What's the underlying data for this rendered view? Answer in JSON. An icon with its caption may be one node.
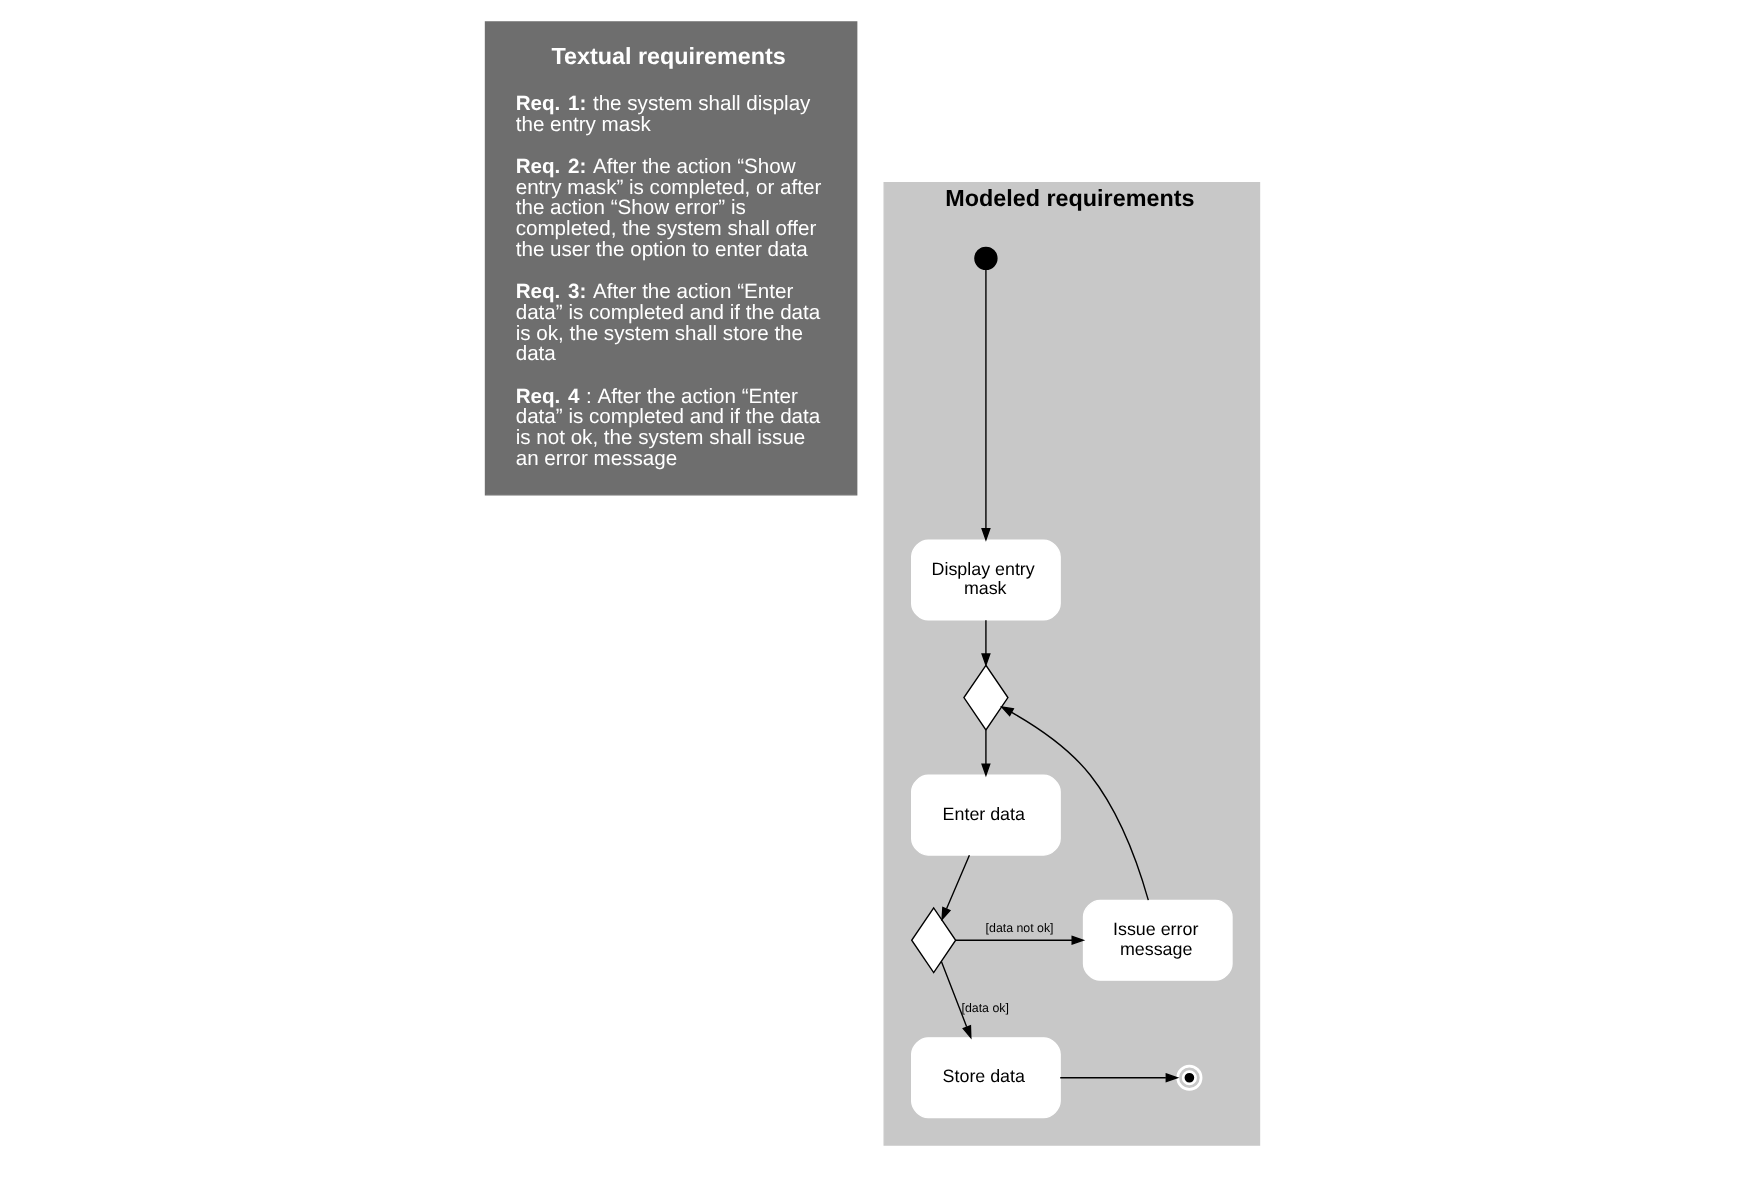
{
  "diagram": {
    "nodes": [
      {
        "text": [
          "Textual requirements",
          "**Req. 1:** the system shall display the entry mask",
          "**Req. 2:** After the action “Show entry mask” is completed, or after the action “Show error” is completed, the system shall offer the user the option to enter data",
          "**Req. 3:** After the action “Enter data” is completed and if the data is ok, the system shall store the data",
          "**Req. 4**: After the action “Enter data” is completed and if the data is not ok, the system shall issue an error message"
        ]
      },
      {
        "text": [
          "Modeled requirements"
        ]
      },
      {
        "text": [],
        "shape": "circle",
        "in": 1
      },
      {
        "text": [
          "Display entry mask"
        ],
        "in": 1
      },
      {
        "text": [],
        "shape": "diamond",
        "in": 1
      },
      {
        "text": [
          "Enter data"
        ],
        "in": 1
      },
      {
        "text": [],
        "shape": "diamond",
        "in": 1
      },
      {
        "text": [
          "Issue error message"
        ],
        "in": 1
      },
      {
        "text": [
          "Store data"
        ],
        "in": 1
      },
      {
        "text": [],
        "shape": "circle",
        "in": 1
      }
    ],
    "edges": [
      {
        "from": 2,
        "to": 3,
        "arrow": "to"
      },
      {
        "from": 3,
        "to": 4,
        "arrow": "to"
      },
      {
        "from": 4,
        "to": 5,
        "arrow": "to"
      },
      {
        "from": 5,
        "to": 6,
        "arrow": "to"
      },
      {
        "from": 6,
        "to": 8,
        "arrow": "to",
        "label": "[data ok]"
      },
      {
        "from": 6,
        "to": 7,
        "arrow": "to",
        "label": "[data not ok]"
      },
      {
        "from": 7,
        "to": 4,
        "arrow": "to"
      },
      {
        "from": 8,
        "to": 9,
        "arrow": "to"
      }
    ]
  }
}
